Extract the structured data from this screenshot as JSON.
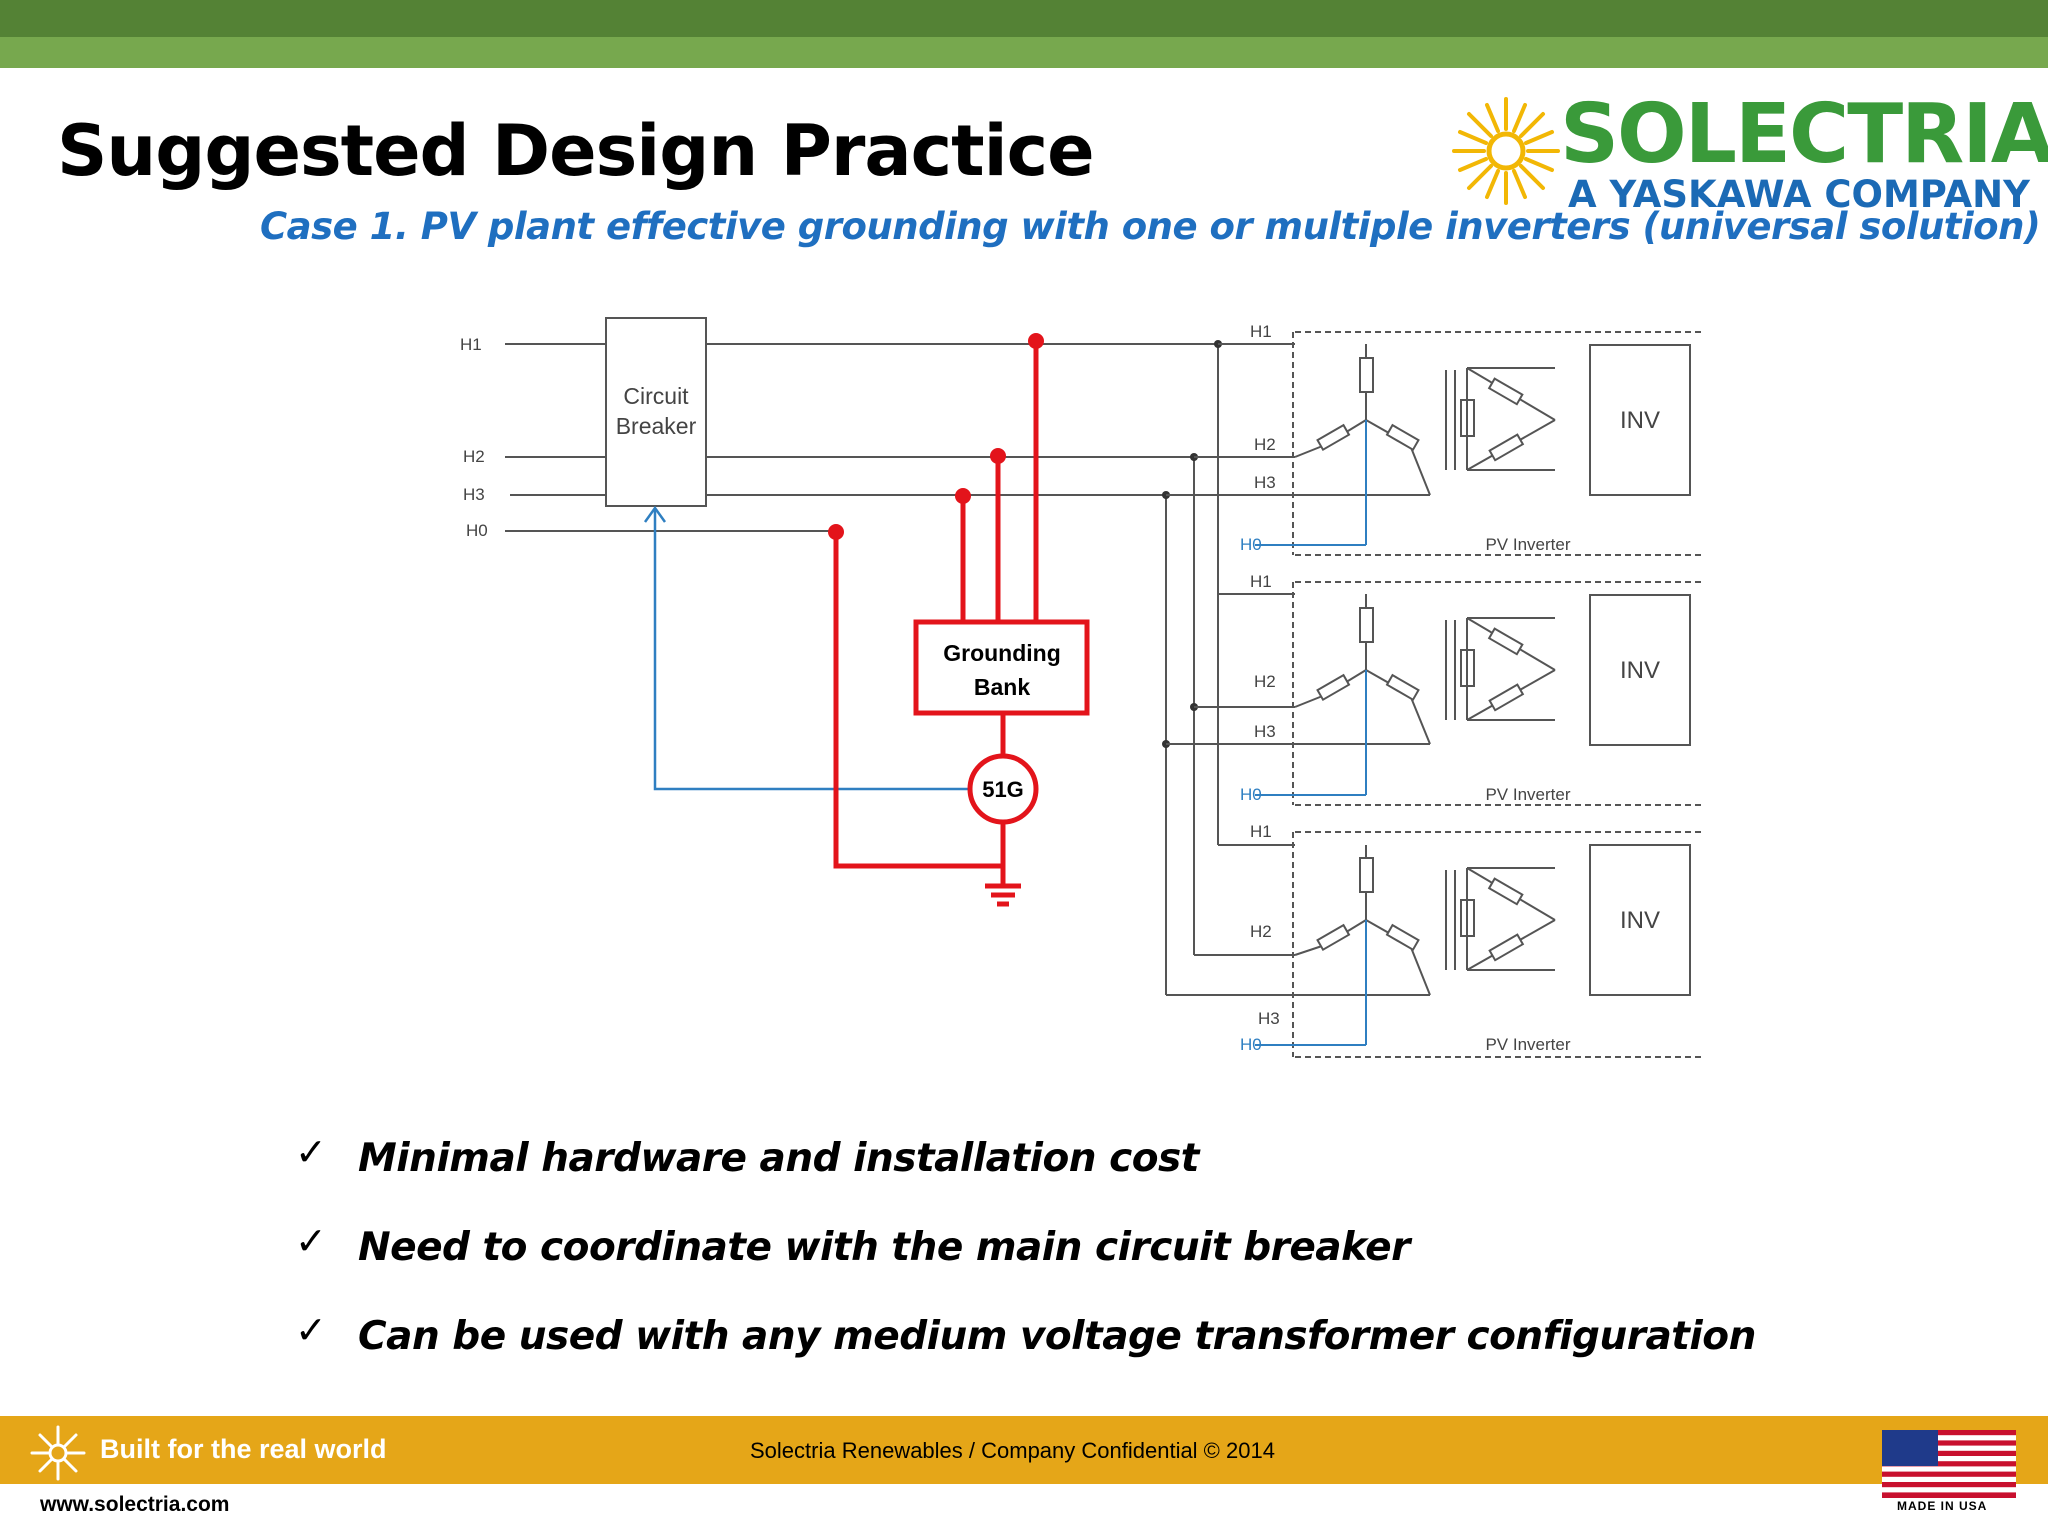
{
  "header": {
    "title": "Suggested Design Practice",
    "subtitle": "Case 1. PV plant effective grounding with one or multiple inverters (universal solution)"
  },
  "logo": {
    "name": "SOLECTRIA",
    "tagline": "A YASKAWA COMPANY",
    "icon": "sun-icon"
  },
  "diagram": {
    "circuit_breaker_label_1": "Circuit",
    "circuit_breaker_label_2": "Breaker",
    "grounding_bank_label_1": "Grounding",
    "grounding_bank_label_2": "Bank",
    "relay_label": "51G",
    "left_lines": [
      "H1",
      "H2",
      "H3",
      "H0"
    ],
    "inverters": [
      {
        "h1": "H1",
        "h2": "H2",
        "h3": "H3",
        "h0": "H0",
        "inv": "INV",
        "caption": "PV Inverter"
      },
      {
        "h1": "H1",
        "h2": "H2",
        "h3": "H3",
        "h0": "H0",
        "inv": "INV",
        "caption": "PV Inverter"
      },
      {
        "h1": "H1",
        "h2": "H2",
        "h3": "H3",
        "h0": "H0",
        "inv": "INV",
        "caption": "PV Inverter"
      }
    ],
    "colors": {
      "grounding": "#e3141b",
      "control": "#2f7fc1",
      "wiring": "#555555"
    }
  },
  "bullets": [
    "Minimal hardware and installation cost",
    "Need to coordinate with the main circuit breaker",
    "Can be used with any medium voltage transformer configuration"
  ],
  "check_mark": "✓",
  "footer": {
    "tagline": "Built for the real world",
    "center": "Solectria Renewables / Company Confidential © 2014",
    "url": "www.solectria.com",
    "made_in": "MADE IN USA"
  }
}
